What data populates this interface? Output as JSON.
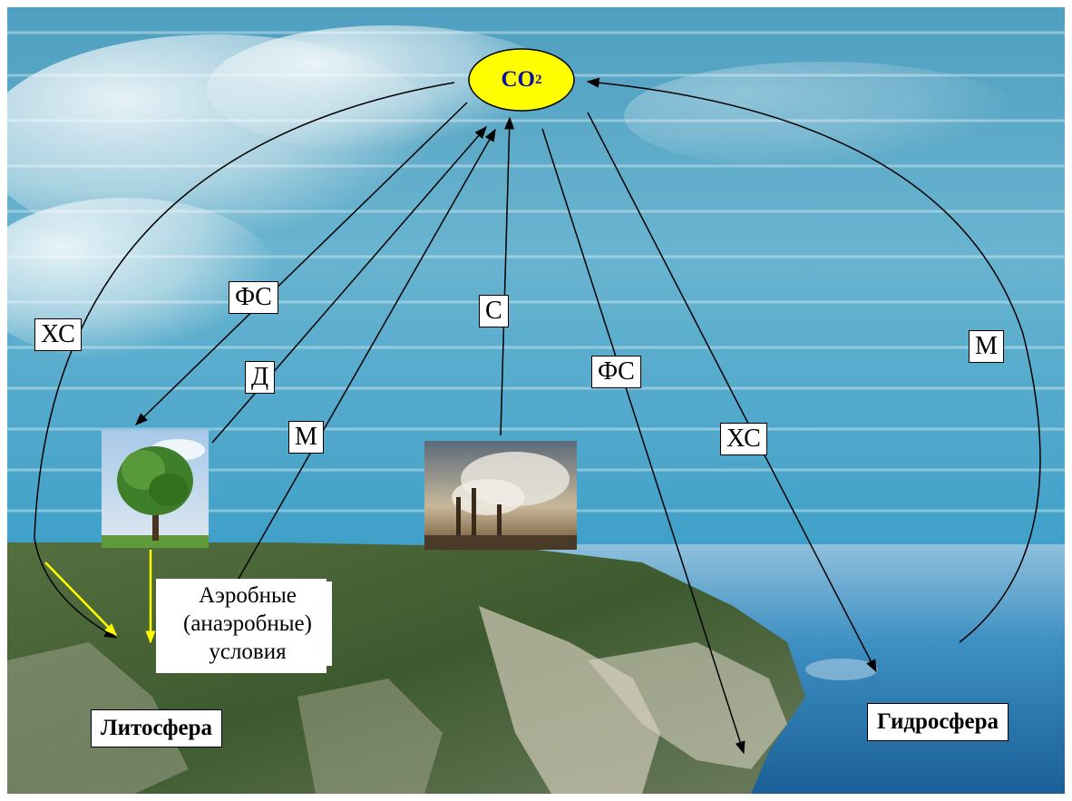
{
  "center": {
    "formula": "CO",
    "subscript": "2"
  },
  "labels": {
    "xc_left": "ХС",
    "fc_left": "ФС",
    "d": "Д",
    "m_left": "М",
    "c": "С",
    "fc_right": "ФС",
    "xc_right": "ХС",
    "m_right": "М"
  },
  "aerobic": {
    "line1": "Аэробные",
    "line2": "(анаэробные)",
    "line3": "условия"
  },
  "spheres": {
    "lithosphere": "Литосфера",
    "hydrosphere": "Гидросфера"
  },
  "colors": {
    "sky": "#5aa8c6",
    "sea": "#2f7fb8",
    "land": "#4c6b3a",
    "co2_fill": "#ffff00",
    "co2_text": "#10109a",
    "arrow": "#000000",
    "yellow_arrow": "#ffff00"
  }
}
